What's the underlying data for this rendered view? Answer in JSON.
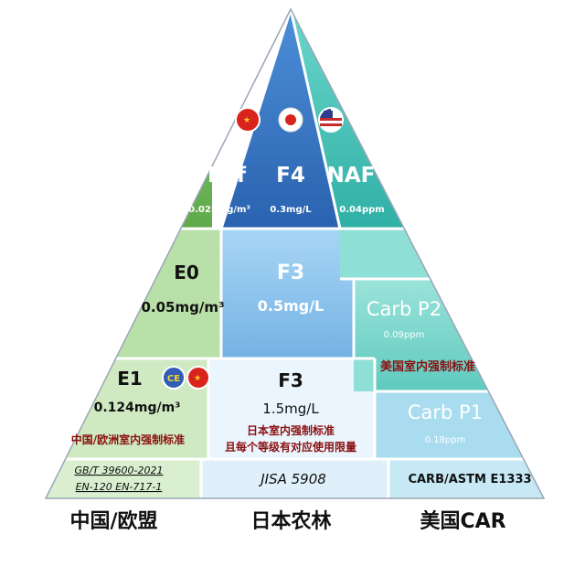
{
  "colors": {
    "green_light": "#c6e6b8",
    "green_mid": "#a9d79a",
    "green_dark": "#6fb55b",
    "blue_top": "#2f6fc0",
    "blue_mid": "#8cc3ec",
    "blue_pale": "#e9f4fd",
    "teal_top": "#3cbfb5",
    "teal_mid": "#7fd8cf",
    "cyan_light": "#9fd6ea",
    "red_text": "#8a1010",
    "outline": "#9aa6b5"
  },
  "columns": {
    "left": {
      "top": {
        "label": "Enf",
        "value": "0.025mg/m³",
        "flag_icon": "china-flag-icon"
      },
      "middle": {
        "label": "E0",
        "value": "0.05mg/m³"
      },
      "lower": {
        "label": "E1",
        "value": "0.124mg/m³",
        "icons": [
          "eu-circle-icon",
          "china-flag-icon"
        ],
        "note": "中国/欧洲室内强制标准"
      },
      "standard_line1": "GB/T 39600-2021",
      "standard_line2": "EN-120 EN-717-1",
      "region": "中国/欧盟"
    },
    "center": {
      "top": {
        "label": "F4",
        "value": "0.3mg/L",
        "flag_icon": "japan-flag-icon"
      },
      "middle": {
        "label": "F3",
        "value": "0.5mg/L"
      },
      "lower": {
        "label": "F3",
        "value": "1.5mg/L",
        "note_line1": "日本室内强制标准",
        "note_line2": "且每个等级有对应使用限量"
      },
      "standard": "JISA 5908",
      "region": "日本农林"
    },
    "right": {
      "top": {
        "label": "NAF",
        "value": "0.04ppm",
        "flag_icon": "usa-flag-icon"
      },
      "middle": {
        "label": "Carb P2",
        "value": "0.09ppm",
        "note": "美国室内强制标准"
      },
      "lower": {
        "label": "Carb P1",
        "value": "0.18ppm"
      },
      "standard": "CARB/ASTM E1333",
      "region": "美国CAR"
    }
  }
}
